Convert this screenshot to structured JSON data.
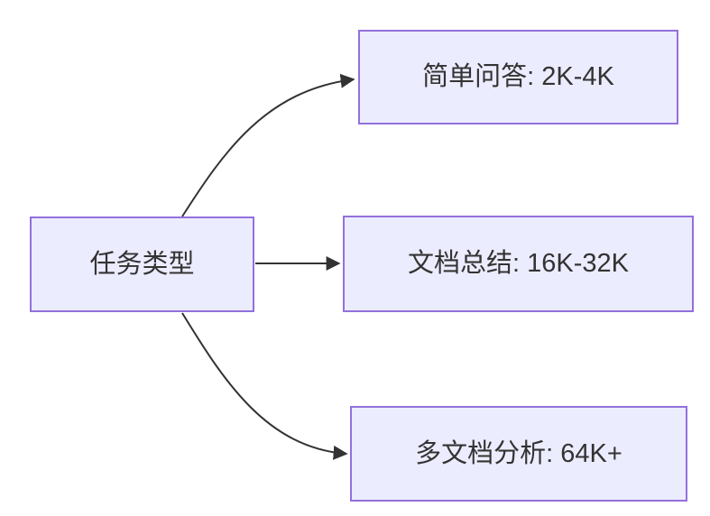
{
  "diagram": {
    "type": "flowchart-left-to-right",
    "background_color": "#ffffff",
    "node_fill_color": "#ECECFF",
    "node_border_color": "#9370DB",
    "edge_color": "#333333",
    "text_color": "#333333",
    "root": {
      "id": "task-type",
      "label": "任务类型"
    },
    "branches": [
      {
        "id": "simple-qa",
        "label": "简单问答: 2K-4K"
      },
      {
        "id": "doc-summary",
        "label": "文档总结: 16K-32K"
      },
      {
        "id": "multi-doc",
        "label": "多文档分析: 64K+"
      }
    ],
    "edges": [
      {
        "from": "task-type",
        "to": "simple-qa"
      },
      {
        "from": "task-type",
        "to": "doc-summary"
      },
      {
        "from": "task-type",
        "to": "multi-doc"
      }
    ]
  }
}
